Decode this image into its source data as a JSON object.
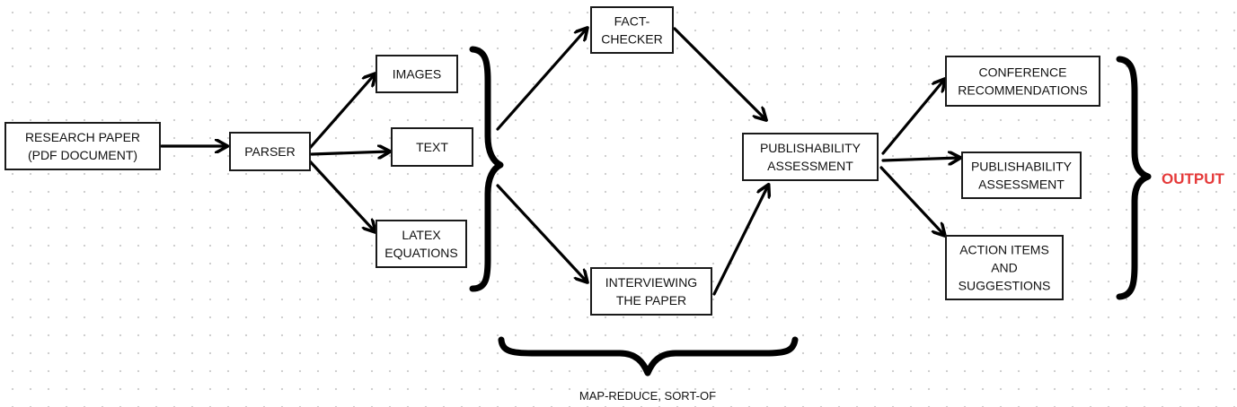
{
  "nodes": {
    "research_paper": {
      "lines": [
        "RESEARCH PAPER",
        "(PDF DOCUMENT)"
      ]
    },
    "parser": {
      "lines": [
        "PARSER"
      ]
    },
    "images": {
      "lines": [
        "IMAGES"
      ]
    },
    "text": {
      "lines": [
        "TEXT"
      ]
    },
    "latex_equations": {
      "lines": [
        "LATEX",
        "EQUATIONS"
      ]
    },
    "fact_checker": {
      "lines": [
        "FACT-",
        "CHECKER"
      ]
    },
    "interviewing_paper": {
      "lines": [
        "INTERVIEWING",
        "THE PAPER"
      ]
    },
    "publishability_assessment_mid": {
      "lines": [
        "PUBLISHABILITY",
        "ASSESSMENT"
      ]
    },
    "conference_recommendations": {
      "lines": [
        "CONFERENCE",
        "RECOMMENDATIONS"
      ]
    },
    "publishability_assessment_out": {
      "lines": [
        "PUBLISHABILITY",
        "ASSESSMENT"
      ]
    },
    "action_items": {
      "lines": [
        "ACTION ITEMS",
        "AND",
        "SUGGESTIONS"
      ]
    }
  },
  "edges": [
    [
      "research_paper",
      "parser"
    ],
    [
      "parser",
      "images"
    ],
    [
      "parser",
      "text"
    ],
    [
      "parser",
      "latex_equations"
    ],
    [
      "extracted_brace",
      "fact_checker"
    ],
    [
      "extracted_brace",
      "interviewing_paper"
    ],
    [
      "fact_checker",
      "publishability_assessment_mid"
    ],
    [
      "interviewing_paper",
      "publishability_assessment_mid"
    ],
    [
      "publishability_assessment_mid",
      "conference_recommendations"
    ],
    [
      "publishability_assessment_mid",
      "publishability_assessment_out"
    ],
    [
      "publishability_assessment_mid",
      "action_items"
    ]
  ],
  "map_reduce_label": "MAP-REDUCE, SORT-OF",
  "output_label": "OUTPUT",
  "colors": {
    "output_label": "#e53a3a",
    "stroke": "#000000"
  }
}
